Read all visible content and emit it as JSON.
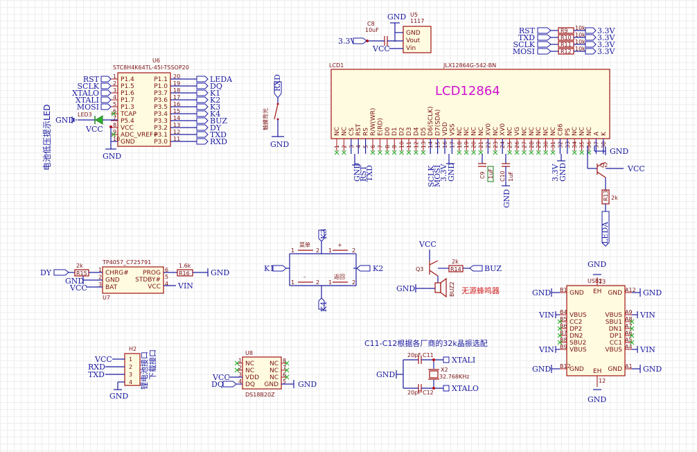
{
  "colors": {
    "wire": "#1a1aa0",
    "part": "#a01010",
    "title": "#d010d0",
    "note": "#d02020",
    "note_blue": "#1a1aa0",
    "noconnect": "#30b030"
  },
  "mcu": {
    "ref": "U6",
    "part": "STC8H4K64TL-45I-TSSOP20",
    "left_pins": [
      {
        "num": "1",
        "name": "P1.4",
        "net": "RST"
      },
      {
        "num": "2",
        "name": "P1.5",
        "net": "SCLK"
      },
      {
        "num": "3",
        "name": "P1.6",
        "net": "XTALO"
      },
      {
        "num": "4",
        "name": "P1.7",
        "net": "XTALI"
      },
      {
        "num": "5",
        "name": "P1.3",
        "net": "MOSI"
      },
      {
        "num": "6",
        "name": "TCAP",
        "net": ""
      },
      {
        "num": "7",
        "name": "P5.4",
        "net": ""
      },
      {
        "num": "8",
        "name": "VCC",
        "net": "VCC"
      },
      {
        "num": "9",
        "name": "ADC_VREF+",
        "net": ""
      },
      {
        "num": "10",
        "name": "GND",
        "net": ""
      }
    ],
    "right_pins": [
      {
        "num": "20",
        "name": "P1.1",
        "net": "LEDA"
      },
      {
        "num": "19",
        "name": "P1.0",
        "net": "DQ"
      },
      {
        "num": "18",
        "name": "P3.7",
        "net": "K1"
      },
      {
        "num": "17",
        "name": "P3.6",
        "net": "K2"
      },
      {
        "num": "16",
        "name": "P3.5",
        "net": "K3"
      },
      {
        "num": "15",
        "name": "P3.4",
        "net": "K4"
      },
      {
        "num": "14",
        "name": "P3.3",
        "net": "BUZ"
      },
      {
        "num": "13",
        "name": "P3.2",
        "net": "DY"
      },
      {
        "num": "12",
        "name": "P3.1",
        "net": "TXD"
      },
      {
        "num": "11",
        "name": "P3.0",
        "net": "RXD"
      }
    ],
    "led_ref": "LED3",
    "led_note": "电池低压提示LED",
    "gnd": "GND",
    "vcc": "VCC"
  },
  "backlight": {
    "net": "RXD",
    "note": "触摸背光",
    "gnd": "GND"
  },
  "regulator": {
    "ref": "U5",
    "part": "1117",
    "cap_ref": "C8",
    "cap_val": "10uF",
    "pins": [
      "GND",
      "Vout",
      "Vin"
    ],
    "out_net": "3.3V",
    "in_net": "VCC",
    "gnd": "GND"
  },
  "pullups": [
    {
      "net": "RST",
      "ref": "R9",
      "val": "10k",
      "to": "3.3V"
    },
    {
      "net": "TXD",
      "ref": "R10",
      "val": "10k",
      "to": "3.3V"
    },
    {
      "net": "SCLK",
      "ref": "R11",
      "val": "10k",
      "to": "3.3V"
    },
    {
      "net": "MOSI",
      "ref": "R12",
      "val": "10k",
      "to": "3.3V"
    }
  ],
  "lcd": {
    "ref": "LCD1",
    "part": "JLX12864G-542-BN",
    "title": "LCD12864",
    "pins": [
      {
        "num": "1",
        "name": "NC"
      },
      {
        "num": "2",
        "name": "NC"
      },
      {
        "num": "3",
        "name": "CS"
      },
      {
        "num": "4",
        "name": "RST"
      },
      {
        "num": "5",
        "name": "RS"
      },
      {
        "num": "6",
        "name": "R/W(WR)"
      },
      {
        "num": "7",
        "name": "E(RD)"
      },
      {
        "num": "8",
        "name": "D0"
      },
      {
        "num": "9",
        "name": "D1"
      },
      {
        "num": "10",
        "name": "D2"
      },
      {
        "num": "11",
        "name": "D3"
      },
      {
        "num": "12",
        "name": "D4"
      },
      {
        "num": "13",
        "name": "D5"
      },
      {
        "num": "14",
        "name": "D6(SCLK)"
      },
      {
        "num": "15",
        "name": "D7(SDA)"
      },
      {
        "num": "16",
        "name": "VDD"
      },
      {
        "num": "17",
        "name": "VSS"
      },
      {
        "num": "18",
        "name": "NC"
      },
      {
        "num": "19",
        "name": "NC"
      },
      {
        "num": "20",
        "name": "NC"
      },
      {
        "num": "21",
        "name": "NC"
      },
      {
        "num": "22",
        "name": "XV0"
      },
      {
        "num": "23",
        "name": "NC"
      },
      {
        "num": "24",
        "name": "XV0"
      },
      {
        "num": "25",
        "name": "NC"
      },
      {
        "num": "26",
        "name": "VG"
      },
      {
        "num": "27",
        "name": "NC"
      },
      {
        "num": "28",
        "name": "NC"
      },
      {
        "num": "29",
        "name": "NC"
      },
      {
        "num": "30",
        "name": "NC"
      },
      {
        "num": "31",
        "name": "NC"
      },
      {
        "num": "32",
        "name": "C86"
      },
      {
        "num": "33",
        "name": "PS"
      },
      {
        "num": "34",
        "name": "NC"
      },
      {
        "num": "35",
        "name": "NC"
      },
      {
        "num": "36",
        "name": "NC"
      },
      {
        "num": "37",
        "name": "A"
      },
      {
        "num": "38",
        "name": "K"
      }
    ],
    "bottom_nets_left": [
      "GND",
      "RST",
      "TXD"
    ],
    "bottom_nets_mid": [
      "SCLK",
      "MOSI",
      "3.3V",
      "GND"
    ],
    "c9": "C9",
    "c9_val": "1uF",
    "c10": "C10",
    "c10_val": "1uF",
    "cap_gnd": "GND",
    "right_nets": [
      "3.3V",
      "GND"
    ],
    "k_gnd": "GND",
    "q2": "Q2",
    "q2_vcc": "VCC",
    "r13": "R13",
    "r13_val": "2k",
    "leda": "LEDA"
  },
  "charger": {
    "ref": "U7",
    "part": "TP4057_C725791",
    "pins_left": [
      {
        "num": "1",
        "name": "CHRG#"
      },
      {
        "num": "2",
        "name": "GND"
      },
      {
        "num": "3",
        "name": "BAT"
      }
    ],
    "pins_right": [
      {
        "num": "6",
        "name": "PROG"
      },
      {
        "num": "5",
        "name": "STDBY#"
      },
      {
        "num": "4",
        "name": "VCC"
      }
    ],
    "r15": "R15",
    "r15_val": "2k",
    "dy": "DY",
    "gnd": "GND",
    "vcc": "VCC",
    "r16": "R16",
    "r16_val": "1.6k",
    "gnd2": "GND",
    "vin": "VIN"
  },
  "keys": {
    "nets": [
      "K1",
      "K2",
      "K3",
      "K4"
    ],
    "labels": [
      "菜单",
      "+",
      "-",
      "返回"
    ],
    "pin1": "1",
    "pin2": "2"
  },
  "buzzer": {
    "vcc": "VCC",
    "q3": "Q3",
    "r14": "R14",
    "r14_val": "2k",
    "net": "BUZ",
    "gnd": "GND",
    "ref": "BUZ2",
    "note": "无源蜂鸣器"
  },
  "header": {
    "ref": "H2",
    "nums": [
      "1",
      "2",
      "3",
      "4"
    ],
    "nets": [
      "VCC",
      "RXD",
      "TXD"
    ],
    "gnd": "GND",
    "note": "锂电池接口",
    "note2": "下载接口"
  },
  "ds18b20": {
    "ref": "U8",
    "part": "DS18B20Z",
    "pins_left": [
      {
        "num": "1",
        "name": "NC"
      },
      {
        "num": "2",
        "name": "NC"
      },
      {
        "num": "3",
        "name": "VDD"
      },
      {
        "num": "4",
        "name": "DQ"
      }
    ],
    "pins_right": [
      {
        "num": "8",
        "name": "NC"
      },
      {
        "num": "7",
        "name": "NC"
      },
      {
        "num": "6",
        "name": "NC"
      },
      {
        "num": "5",
        "name": "GND"
      }
    ],
    "vcc": "VCC",
    "dq": "DQ",
    "gnd": "GND"
  },
  "crystal": {
    "note": "C11-C12根据各厂商的32k晶振选配",
    "c11": "C11",
    "c12": "C12",
    "cap_val": "20pF",
    "ref": "X2",
    "val": "32.768KHz",
    "xtali": "XTALI",
    "xtalo": "XTALO",
    "gnd": "GND"
  },
  "usb": {
    "ref": "USB2",
    "left_pins": [
      {
        "num": "B1",
        "name": "GND",
        "net": "GND"
      },
      {
        "num": "B4",
        "name": "VBUS",
        "net": "VIN"
      },
      {
        "num": "B5",
        "name": "CC2",
        "net": ""
      },
      {
        "num": "B6",
        "name": "DP2",
        "net": ""
      },
      {
        "num": "B7",
        "name": "DN2",
        "net": ""
      },
      {
        "num": "B8",
        "name": "SBU2",
        "net": ""
      },
      {
        "num": "B9",
        "name": "VBUS",
        "net": "VIN"
      },
      {
        "num": "B12",
        "name": "GND",
        "net": "GND"
      }
    ],
    "right_pins": [
      {
        "num": "A12",
        "name": "GND",
        "net": "GND"
      },
      {
        "num": "A9",
        "name": "VBUS",
        "net": "VIN"
      },
      {
        "num": "A8",
        "name": "SBU1",
        "net": ""
      },
      {
        "num": "A7",
        "name": "DN1",
        "net": ""
      },
      {
        "num": "A6",
        "name": "DP1",
        "net": ""
      },
      {
        "num": "A5",
        "name": "CC1",
        "net": ""
      },
      {
        "num": "A4",
        "name": "VBUS",
        "net": "VIN"
      },
      {
        "num": "A1",
        "name": "GND",
        "net": "GND"
      }
    ],
    "eh_top": "EH",
    "eh_bot": "EH",
    "eh_label": "EH",
    "pin13": "13",
    "pin12": "12",
    "top_gnd": "GND",
    "bot_gnd": "GND"
  }
}
